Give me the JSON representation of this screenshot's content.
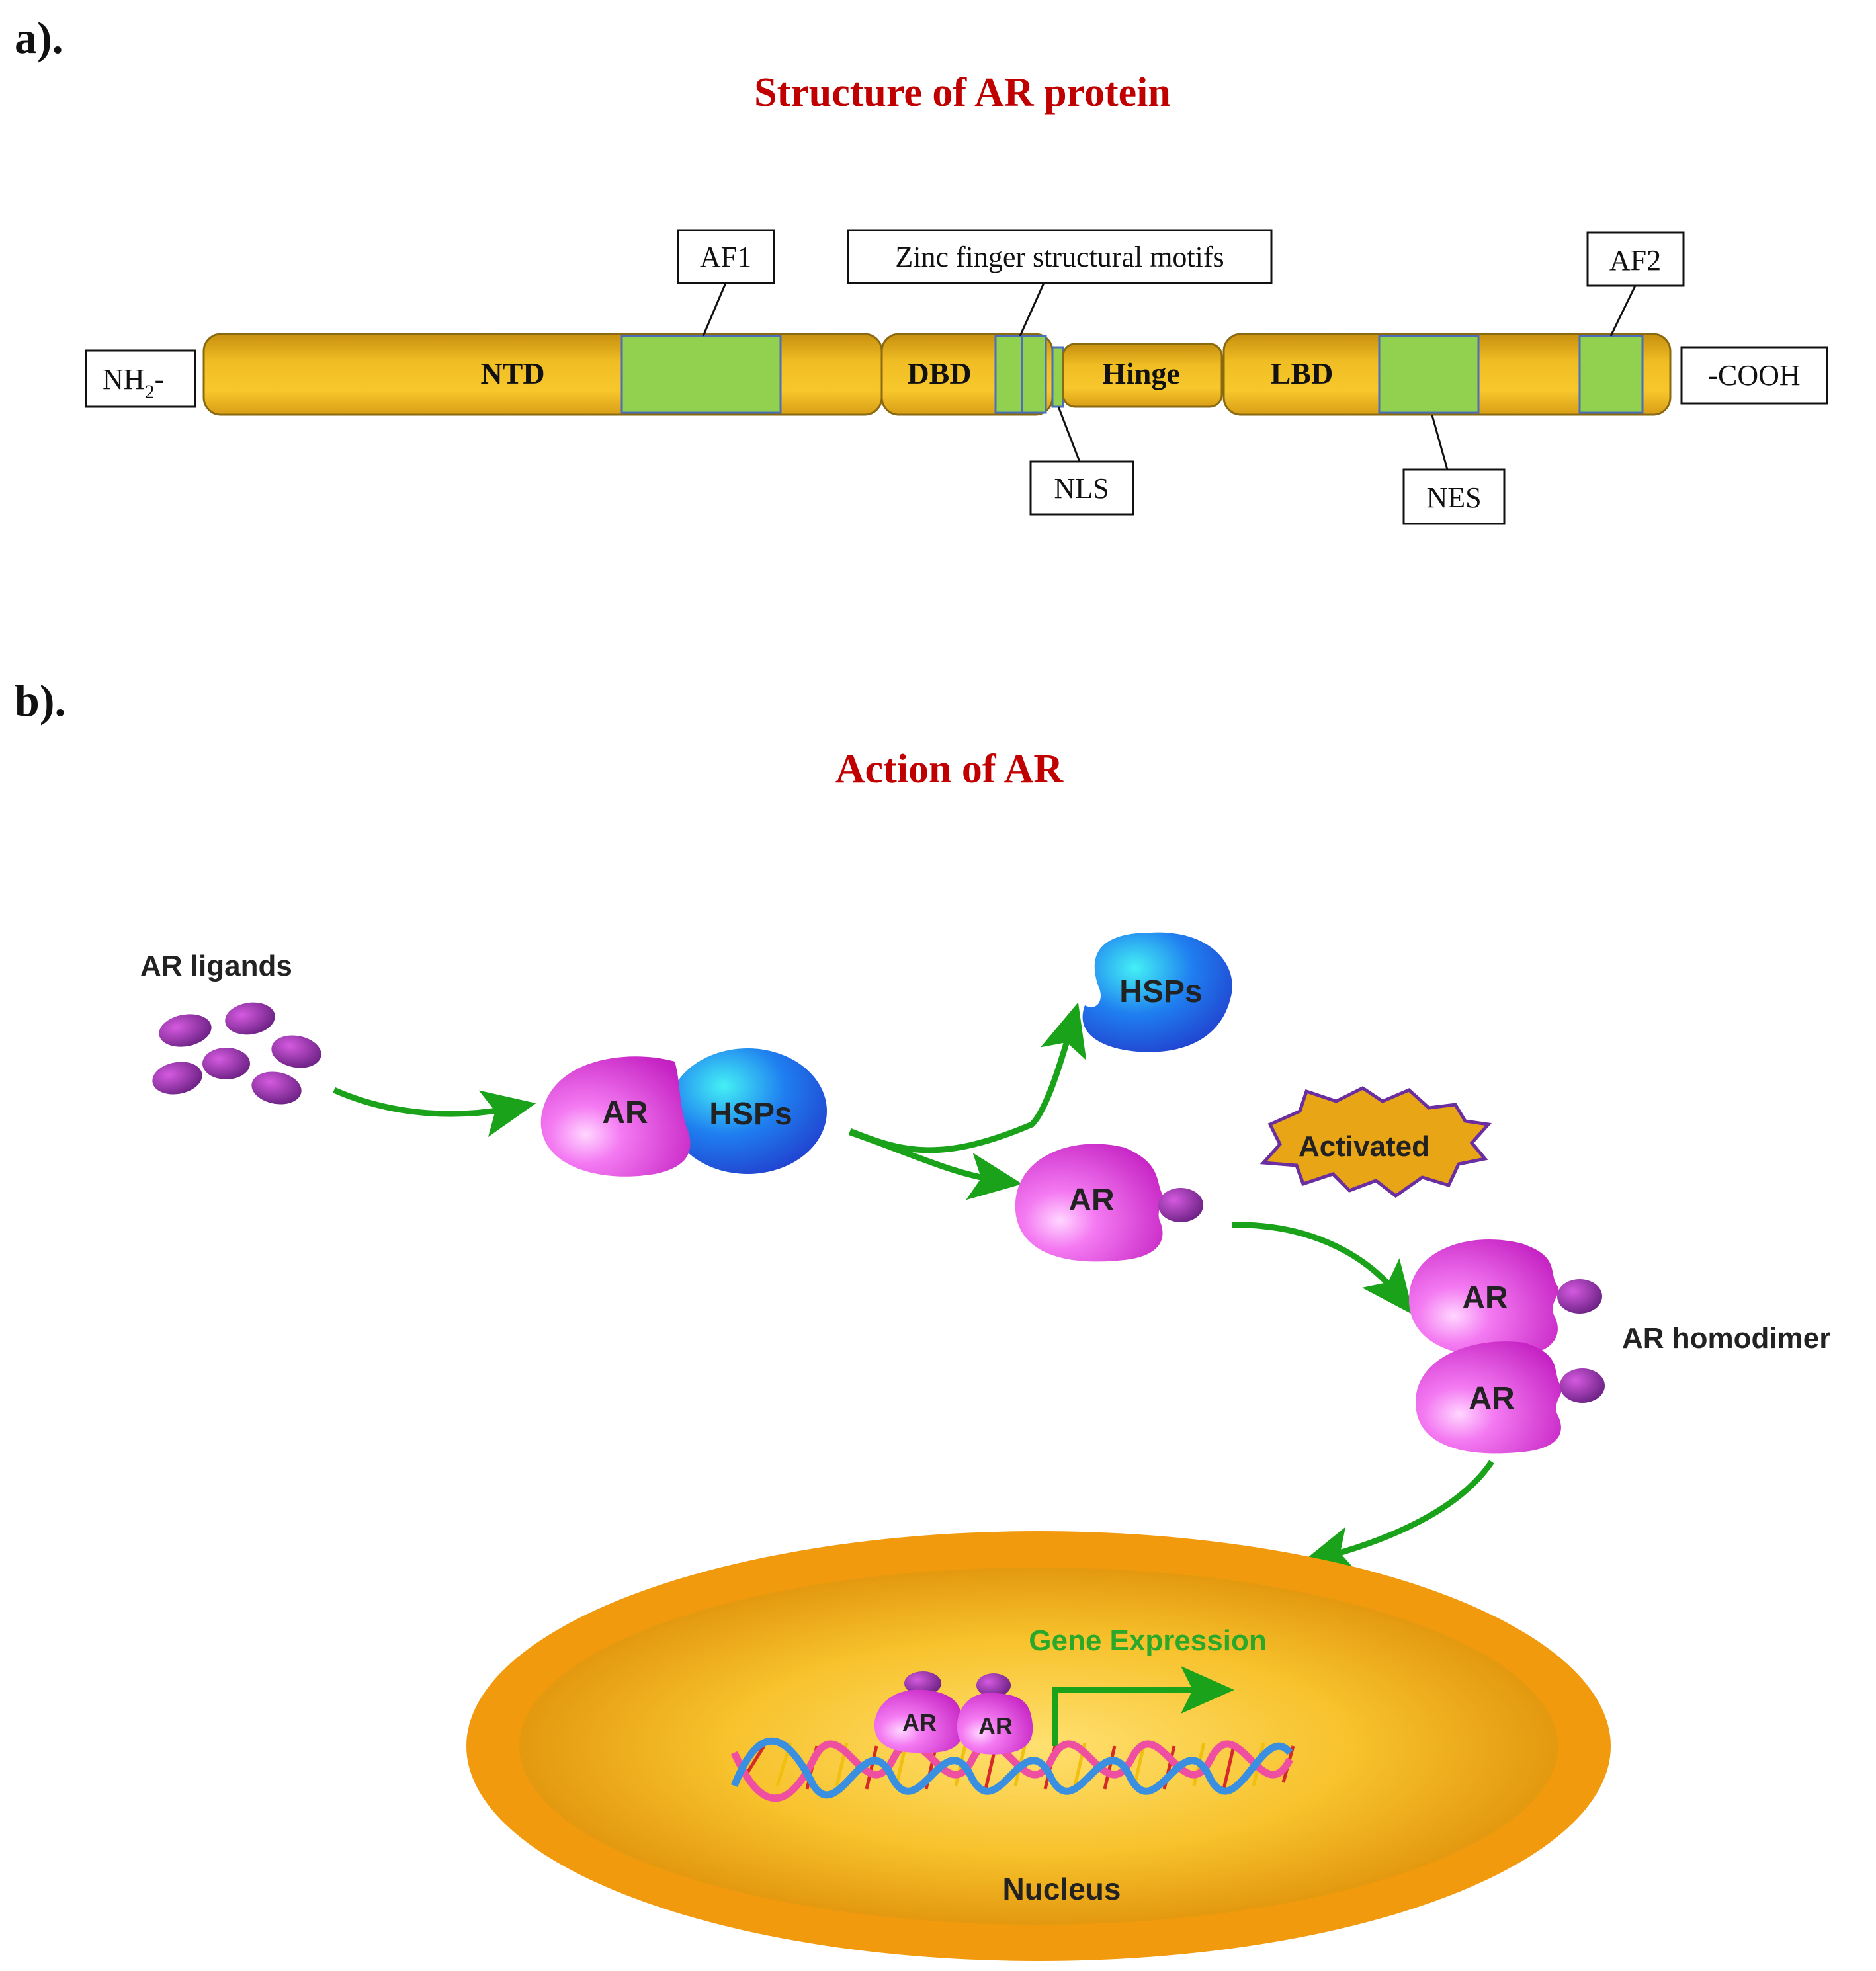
{
  "panel_a": {
    "label": "a).",
    "title": "Structure of AR protein",
    "terminal_n": "NH",
    "terminal_n_sub": "2",
    "terminal_n_dash": "-",
    "terminal_c": "-COOH",
    "domains": [
      "NTD",
      "DBD",
      "Hinge",
      "LBD"
    ],
    "callouts": {
      "af1": "AF1",
      "zinc": "Zinc finger structural motifs",
      "af2": "AF2",
      "nls": "NLS",
      "nes": "NES"
    }
  },
  "panel_b": {
    "label": "b).",
    "title": "Action of AR",
    "ar_ligands": "AR ligands",
    "ar": "AR",
    "hsps": "HSPs",
    "activated": "Activated",
    "ar_homodimer": "AR homodimer",
    "gene_expression": "Gene Expression",
    "nucleus": "Nucleus"
  },
  "colors": {
    "title_red": "#c00000",
    "domain_gold": "#e8b21a",
    "motif_green": "#92d050",
    "arrow_green": "#1aa31a",
    "ar_magenta": "#e23fe0",
    "hsp_blue": "#1d5de8",
    "ligand_purple": "#8e2a9c",
    "nucleus_orange": "#f5a311"
  }
}
